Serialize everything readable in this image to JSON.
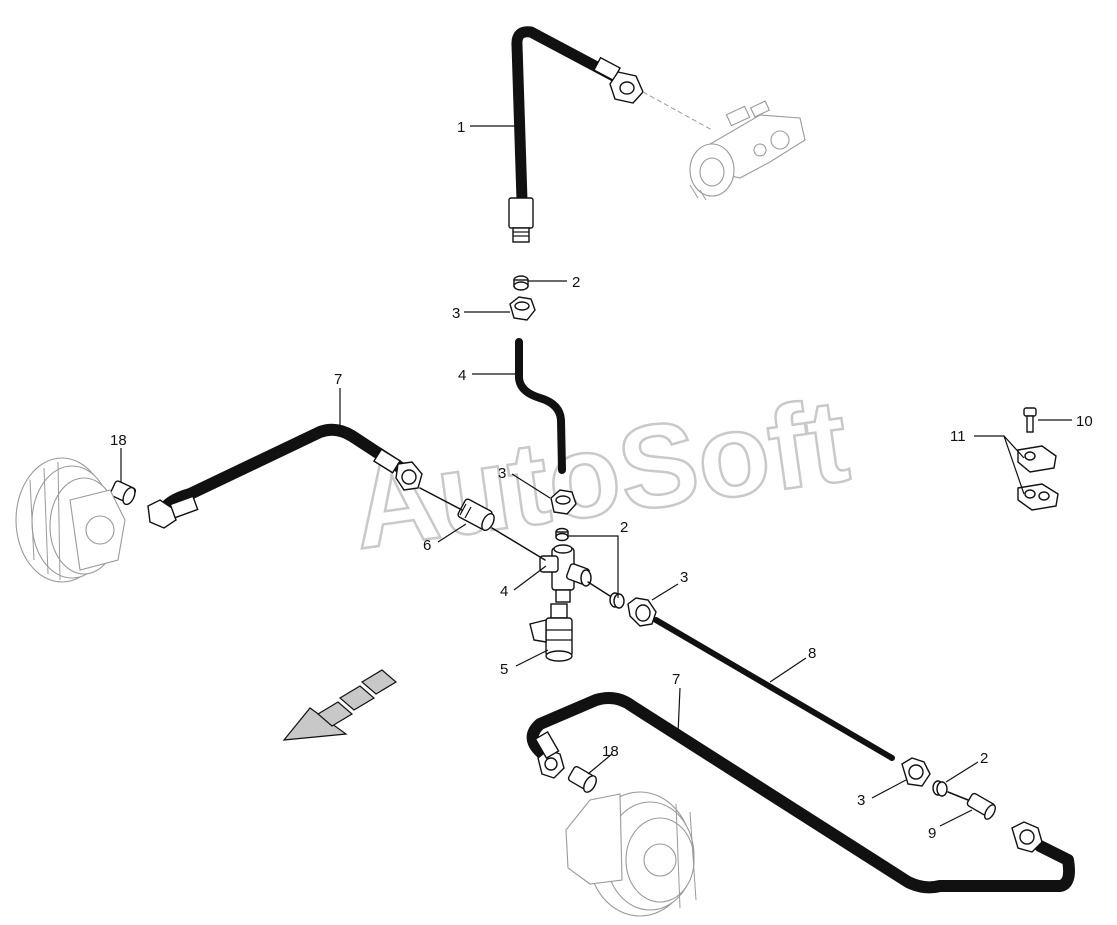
{
  "watermark": "AutoSoft",
  "callouts": {
    "c1": "1",
    "c2a": "2",
    "c3a": "3",
    "c4a": "4",
    "c7a": "7",
    "c18a": "18",
    "c3b": "3",
    "c2b": "2",
    "c6": "6",
    "c4b": "4",
    "c3c": "3",
    "c5": "5",
    "c8": "8",
    "c7b": "7",
    "c18b": "18",
    "c2c": "2",
    "c3d": "3",
    "c9": "9",
    "c10": "10",
    "c11": "11"
  }
}
